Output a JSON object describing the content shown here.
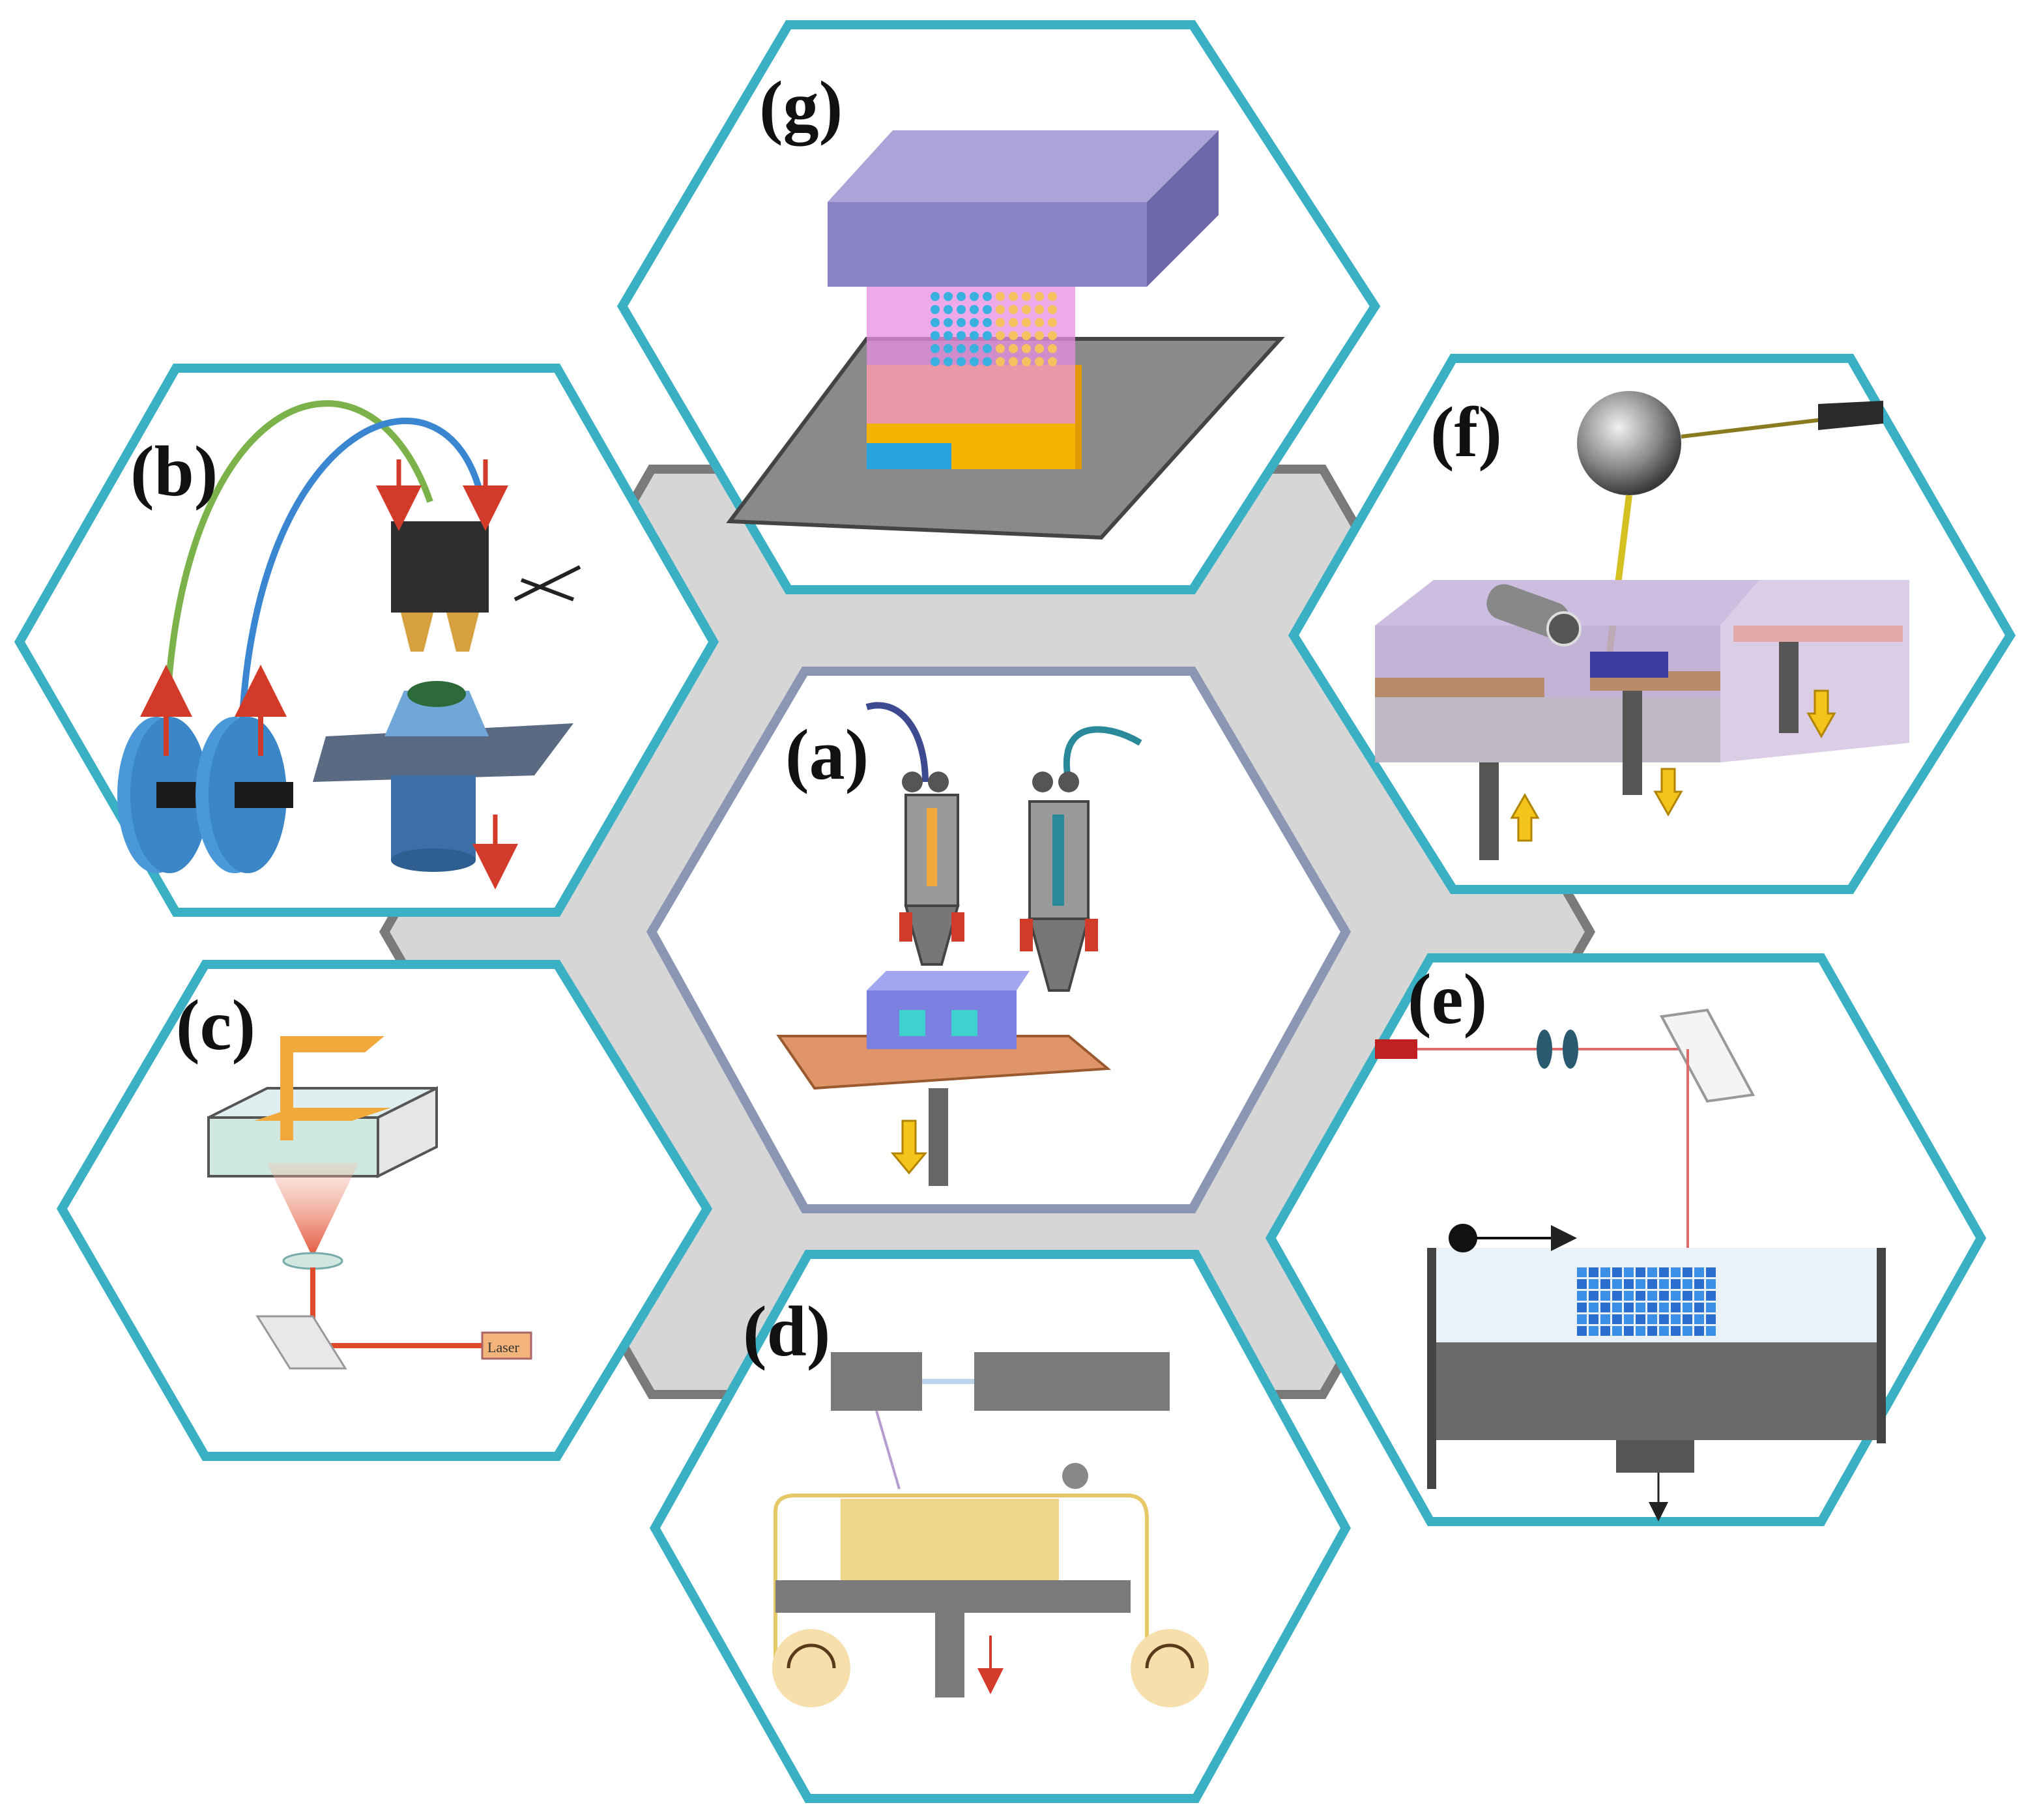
{
  "figure": {
    "panels": [
      {
        "id": "a",
        "label": "(a)"
      },
      {
        "id": "b",
        "label": "(b)"
      },
      {
        "id": "c",
        "label": "(c)"
      },
      {
        "id": "d",
        "label": "(d)"
      },
      {
        "id": "e",
        "label": "(e)"
      },
      {
        "id": "f",
        "label": "(f)"
      },
      {
        "id": "g",
        "label": "(g)"
      }
    ],
    "laser_box_label": "Laser"
  },
  "colors": {
    "hex_border": "#3ab0c4",
    "center_border": "#8a96b4",
    "background_band": "#d6d6d6",
    "band_outline": "#7a7a7a",
    "orange": "#f2a93b",
    "purple": "#9b93c8",
    "blue": "#3c8fd6",
    "red": "#d23a2a",
    "yellow": "#f3c41a",
    "gray": "#777777"
  }
}
